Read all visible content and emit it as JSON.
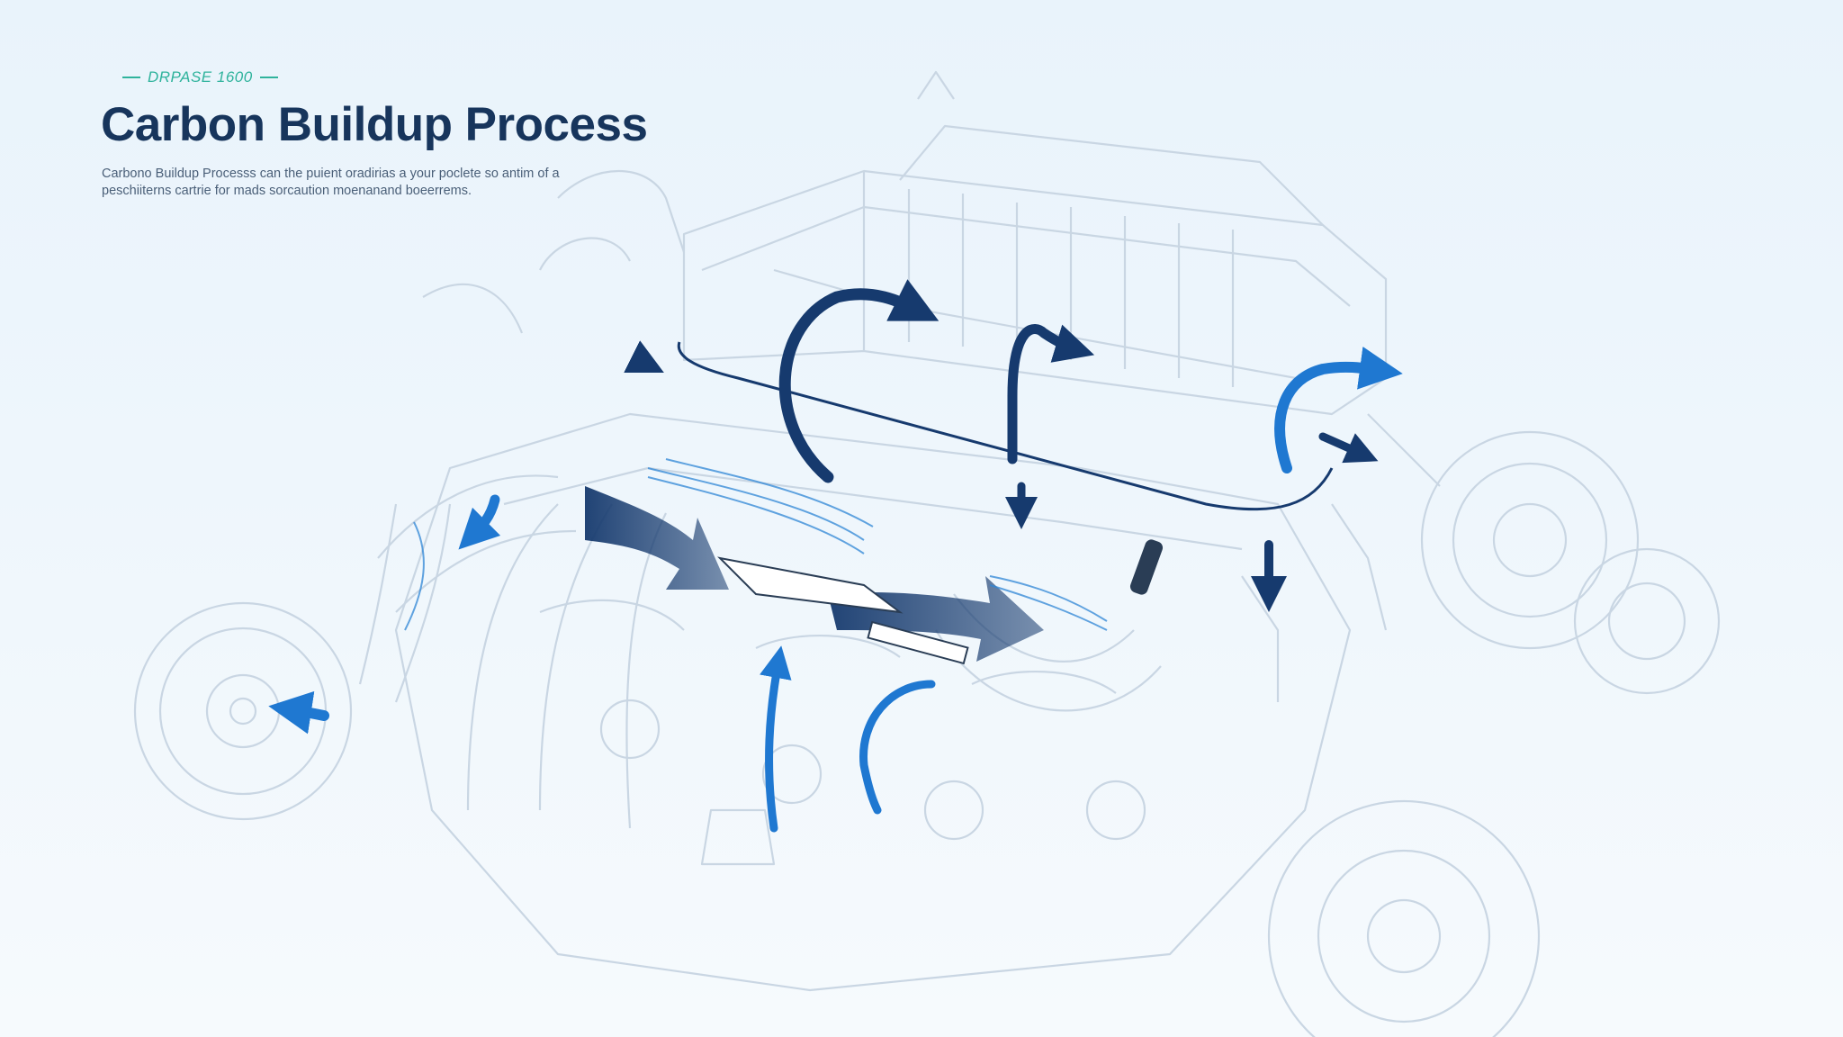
{
  "header": {
    "eyebrow": "DRPASE 1600",
    "title": "Carbon Buildup Process",
    "subtitle_line1": "Carbono Buildup Processs can the puient oradirias a your poclete so antim of a",
    "subtitle_line2": "peschiiterns cartrie for mads sorcaution moenanand boeerrems."
  },
  "colors": {
    "accent": "#2fb39c",
    "title": "#17355c",
    "arrow_dark": "#163a6e",
    "arrow_blue": "#1f78d1",
    "line_art": "#c9d6e3"
  },
  "icons": [
    "flow-arrow-icon",
    "engine-outline"
  ]
}
